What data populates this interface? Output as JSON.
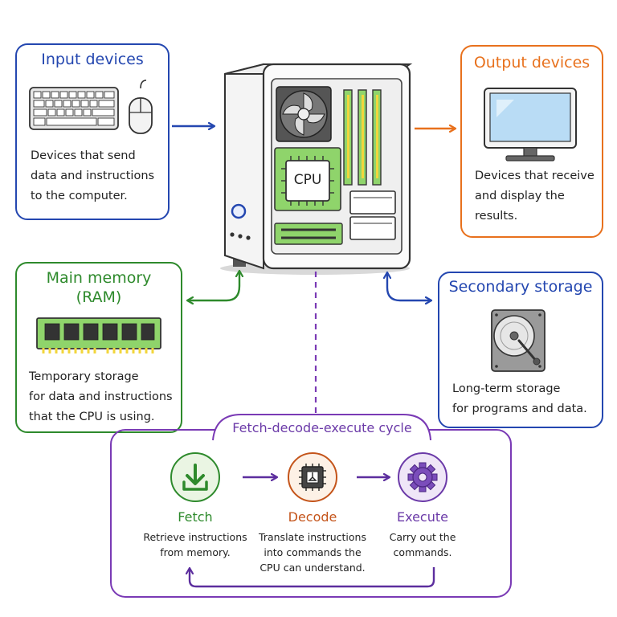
{
  "colors": {
    "input": "#2447b0",
    "output": "#e8711d",
    "memory": "#2e8a2c",
    "storage": "#2447b0",
    "cycle": "#7a3ab5",
    "fetch": "#2e8a2c",
    "decode": "#c4541a",
    "execute": "#6b3aa8",
    "board": "#8fd46b"
  },
  "input_devices": {
    "title": "Input devices",
    "description": [
      "Devices that send",
      "data and instructions",
      "to the computer."
    ],
    "icons": [
      "keyboard-icon",
      "mouse-icon"
    ]
  },
  "output_devices": {
    "title": "Output devices",
    "description": [
      "Devices that receive",
      "and display the",
      "results."
    ],
    "icons": [
      "monitor-icon"
    ]
  },
  "main_memory": {
    "title_line1": "Main memory",
    "title_line2": "(RAM)",
    "description": [
      "Temporary storage",
      "for data and instructions",
      "that the CPU is using."
    ],
    "icons": [
      "ram-module-icon"
    ]
  },
  "secondary_storage": {
    "title": "Secondary storage",
    "description": [
      "Long-term storage",
      "for programs and data."
    ],
    "icons": [
      "hard-drive-icon"
    ]
  },
  "computer": {
    "cpu_label": "CPU",
    "icons": [
      "computer-case-icon",
      "fan-icon",
      "cpu-chip-icon",
      "power-button-icon"
    ]
  },
  "cycle": {
    "title": "Fetch-decode-execute cycle",
    "stages": [
      {
        "name": "Fetch",
        "description": [
          "Retrieve instructions",
          "from memory."
        ],
        "icon": "download-icon"
      },
      {
        "name": "Decode",
        "description": [
          "Translate instructions",
          "into commands the",
          "CPU can understand."
        ],
        "icon": "chip-icon"
      },
      {
        "name": "Execute",
        "description": [
          "Carry out the",
          "commands."
        ],
        "icon": "gear-icon"
      }
    ]
  }
}
